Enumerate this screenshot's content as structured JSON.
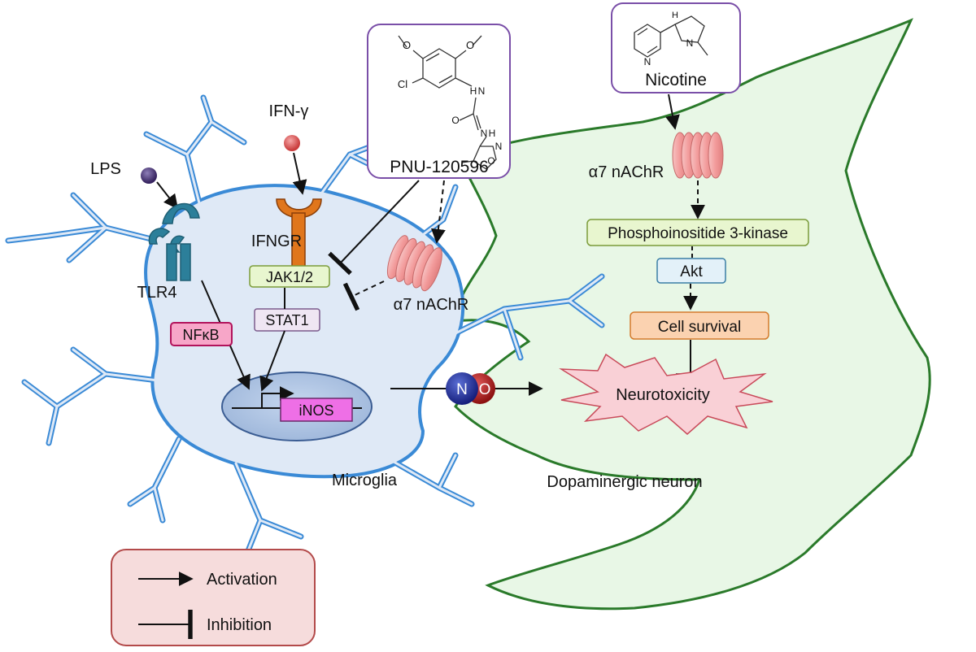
{
  "labels": {
    "lps": "LPS",
    "ifn_gamma": "IFN-γ",
    "tlr4": "TLR4",
    "ifngr": "IFNGR",
    "jak": "JAK1/2",
    "stat1": "STAT1",
    "nfkb": "NFκB",
    "inos": "iNOS",
    "microglia": "Microglia",
    "neuron": "Dopaminergic neuron",
    "pnu": "PNU-120596",
    "nicotine": "Nicotine",
    "a7_microglia": "α7 nAChR",
    "a7_neuron": "α7 nAChR",
    "pi3k": "Phosphoinositide 3-kinase",
    "akt": "Akt",
    "cell_survival": "Cell survival",
    "neurotoxicity": "Neurotoxicity",
    "no_n": "N",
    "no_o": "O"
  },
  "chem_atoms": {
    "cl": "Cl",
    "o1": "O",
    "o2": "O",
    "o3": "O",
    "nh1": "H",
    "nh1n": "N",
    "nh2": "N",
    "nh2h": "H",
    "ring_n": "N",
    "ring_o": "O",
    "pyr_n": "N",
    "pyrr_n": "N",
    "h": "H"
  },
  "legend": {
    "activation": "Activation",
    "inhibition": "Inhibition"
  },
  "colors": {
    "microglia_fill": "#dfe9f6",
    "microglia_stroke": "#3a8ad6",
    "neuron_fill": "#e8f7e6",
    "neuron_stroke": "#2a7a2a",
    "jak_fill": "#e8f6cf",
    "stat1_fill": "#efe6f3",
    "nfkb_fill": "#f7a6c8",
    "inos_fill": "#ee6fe6",
    "pi3k_fill": "#e8f6cf",
    "akt_fill": "#e3f1f9",
    "survival_fill": "#fbd2b0",
    "neurotox_fill": "#f9d0d6",
    "legend_fill": "#f6dcdc",
    "legend_stroke": "#b34a4a",
    "compound_stroke": "#7a4fa8",
    "receptor_pink": "#f4a6a6",
    "ifngr_orange": "#e0761c",
    "tlr4_teal": "#2c7f9a"
  }
}
